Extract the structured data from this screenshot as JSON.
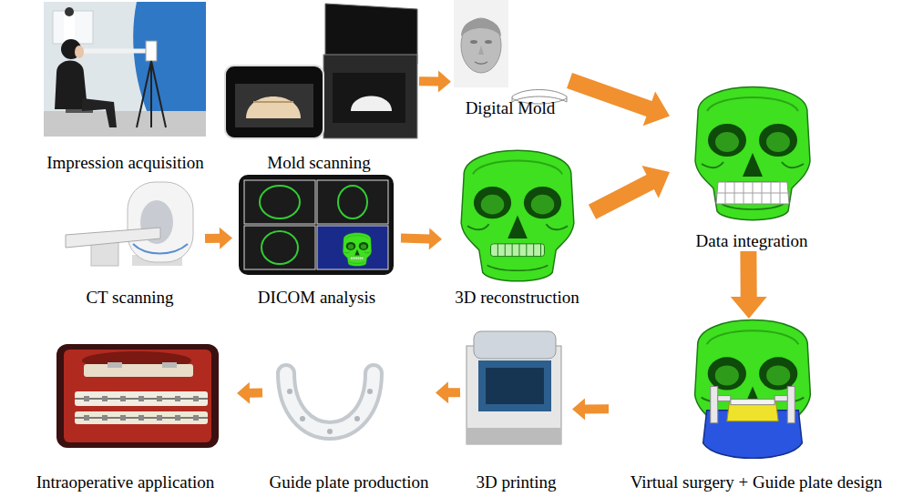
{
  "diagram": {
    "nodes": [
      {
        "text": [
          "Impression acquisition"
        ]
      },
      {
        "text": [
          "Mold scanning"
        ]
      },
      {
        "text": [
          "Digital Mold"
        ]
      },
      {
        "text": [
          "Data integration"
        ]
      },
      {
        "text": [
          "CT scanning"
        ]
      },
      {
        "text": [
          "DICOM analysis"
        ]
      },
      {
        "text": [
          "3D reconstruction"
        ]
      },
      {
        "text": [
          "Virtual surgery + Guide plate design"
        ]
      },
      {
        "text": [
          "3D printing"
        ]
      },
      {
        "text": [
          "Guide plate production"
        ]
      },
      {
        "text": [
          "Intraoperative application"
        ]
      }
    ],
    "edges": [
      {
        "from": 1,
        "to": 2,
        "arrow": "to"
      },
      {
        "from": 2,
        "to": 3,
        "arrow": "to"
      },
      {
        "from": 4,
        "to": 5,
        "arrow": "to"
      },
      {
        "from": 5,
        "to": 6,
        "arrow": "to"
      },
      {
        "from": 6,
        "to": 3,
        "arrow": "to"
      },
      {
        "from": 3,
        "to": 7,
        "arrow": "to"
      },
      {
        "from": 7,
        "to": 8,
        "arrow": "to"
      },
      {
        "from": 8,
        "to": 9,
        "arrow": "to"
      },
      {
        "from": 9,
        "to": 10,
        "arrow": "to"
      }
    ]
  }
}
